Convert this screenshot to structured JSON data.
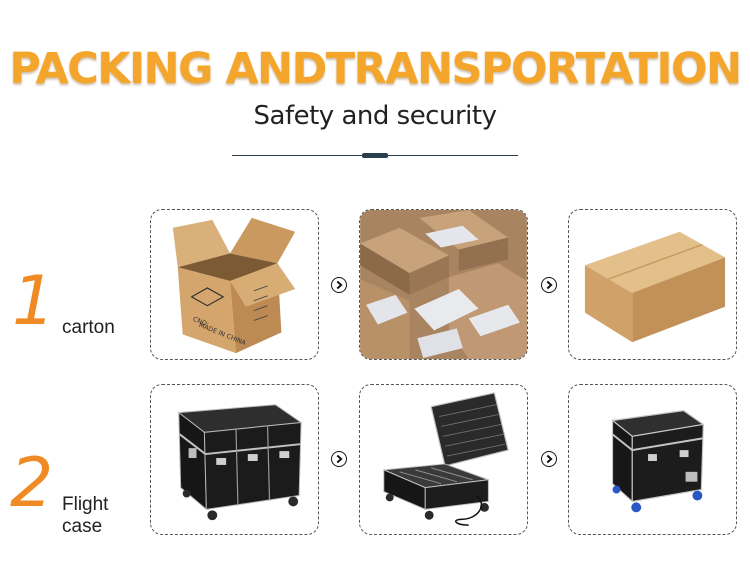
{
  "header": {
    "title": "PACKING ANDTRANSPORTATION",
    "subtitle": "Safety and security"
  },
  "steps": [
    {
      "number": "1",
      "label": "carton",
      "images": [
        "open-carton-box",
        "carton-foam-dividers",
        "sealed-carton-box"
      ],
      "box_print": {
        "brand_line": "CNO:",
        "origin_line": "MADE IN CHINA"
      }
    },
    {
      "number": "2",
      "label_line1": "Flight",
      "label_line2": "case",
      "images": [
        "closed-flight-case",
        "open-flight-case-with-fixtures",
        "small-flight-case"
      ]
    }
  ],
  "colors": {
    "title": "#f3a52c",
    "step_number": "#f08a24",
    "divider": "#2a3f4d",
    "carton": "#c9995f",
    "case": "#1b1b1b"
  },
  "icons": {
    "arrow": "circle-chevron-right-icon"
  }
}
